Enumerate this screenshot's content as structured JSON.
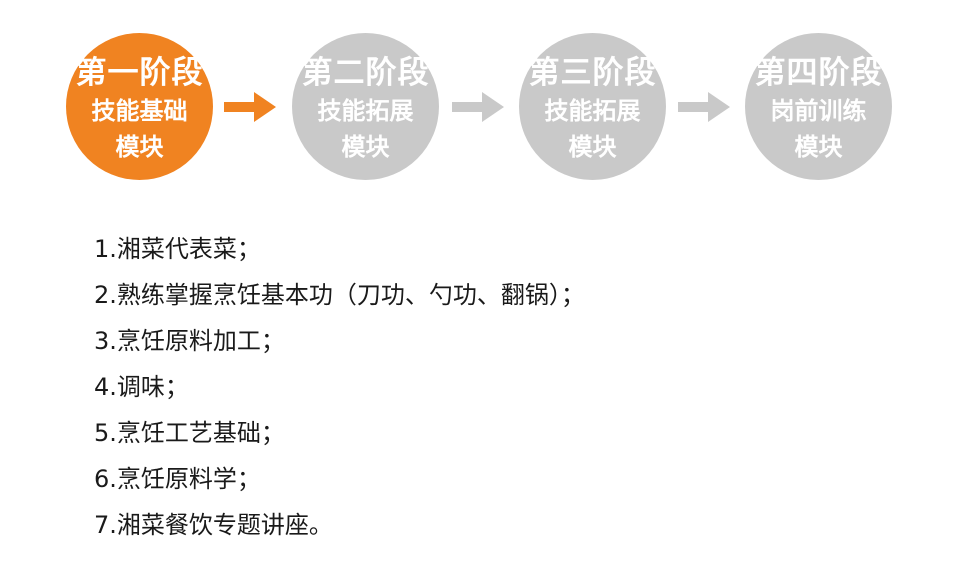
{
  "colors": {
    "active": "#f08321",
    "inactive": "#c9c9c9",
    "arrow_active": "#f08321",
    "arrow_inactive": "#c9c9c9"
  },
  "stages": [
    {
      "line1": "第一阶段",
      "line2": "技能基础",
      "line3": "模块",
      "state": "active"
    },
    {
      "line1": "第二阶段",
      "line2": "技能拓展",
      "line3": "模块",
      "state": "inactive"
    },
    {
      "line1": "第三阶段",
      "line2": "技能拓展",
      "line3": "模块",
      "state": "inactive"
    },
    {
      "line1": "第四阶段",
      "line2": "岗前训练",
      "line3": "模块",
      "state": "inactive"
    }
  ],
  "arrows": [
    {
      "icon": "arrow-right-icon",
      "state": "active"
    },
    {
      "icon": "arrow-right-icon",
      "state": "inactive"
    },
    {
      "icon": "arrow-right-icon",
      "state": "inactive"
    }
  ],
  "items": [
    "1.湘菜代表菜；",
    "2.熟练掌握烹饪基本功（刀功、勺功、翻锅）；",
    "3.烹饪原料加工；",
    "4.调味；",
    "5.烹饪工艺基础；",
    "6.烹饪原料学；",
    "7.湘菜餐饮专题讲座。"
  ]
}
